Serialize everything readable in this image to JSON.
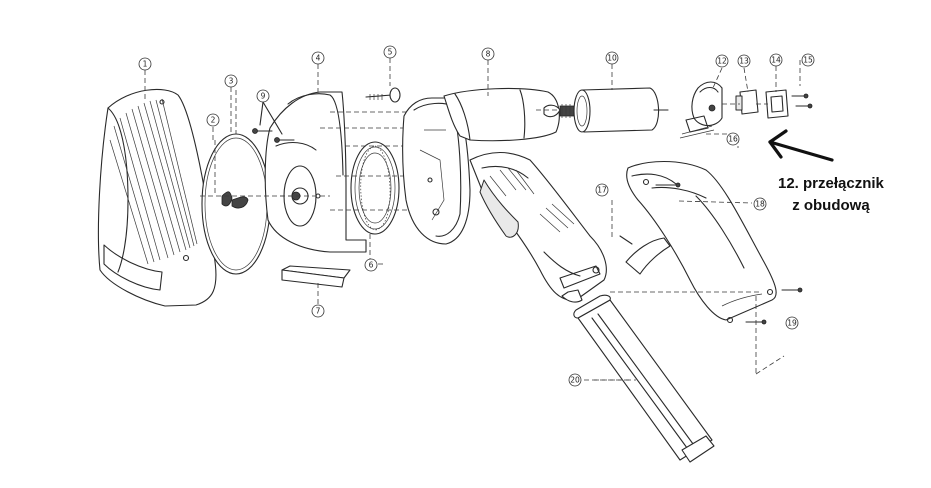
{
  "callouts": [
    "1",
    "2",
    "3",
    "4",
    "5",
    "6",
    "7",
    "8",
    "9",
    "10",
    "12",
    "13",
    "14",
    "15",
    "16",
    "17",
    "18",
    "19",
    "20"
  ],
  "annotation": {
    "line1": "12. przełącznik",
    "line2": "z obudową"
  }
}
